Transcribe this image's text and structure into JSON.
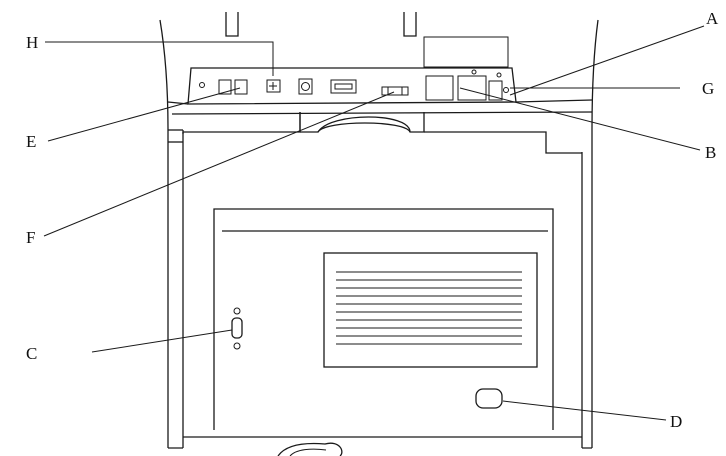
{
  "diagram": {
    "callouts": [
      {
        "id": "A",
        "text": "A"
      },
      {
        "id": "B",
        "text": "B"
      },
      {
        "id": "C",
        "text": "C"
      },
      {
        "id": "D",
        "text": "D"
      },
      {
        "id": "E",
        "text": "E"
      },
      {
        "id": "F",
        "text": "F"
      },
      {
        "id": "G",
        "text": "G"
      },
      {
        "id": "H",
        "text": "H"
      }
    ]
  }
}
